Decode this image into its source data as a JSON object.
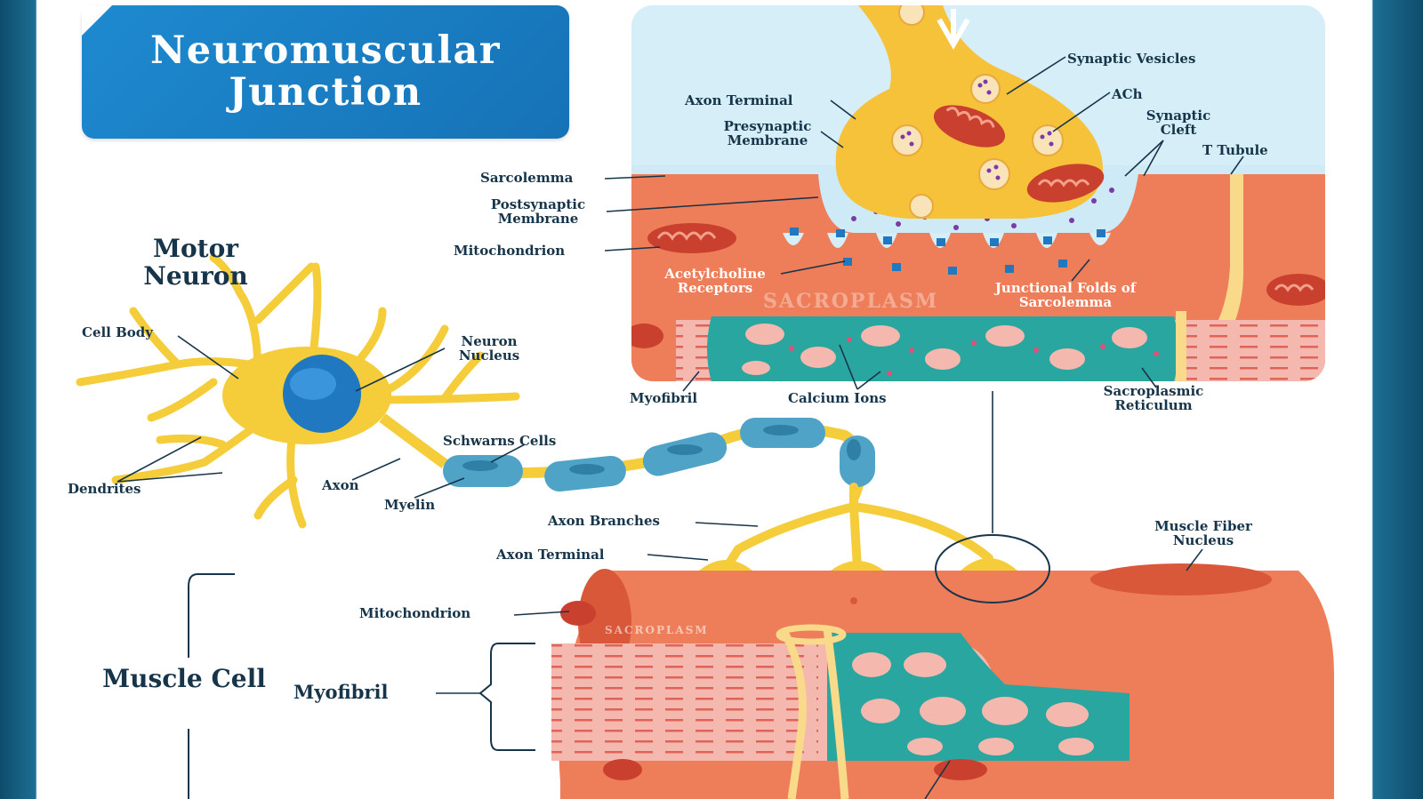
{
  "title": "Neuromuscular Junction",
  "sections": {
    "motor_neuron": "Motor Neuron",
    "muscle_cell": "Muscle Cell"
  },
  "labels": {
    "synaptic_vesicles": "Synaptic Vesicles",
    "ach": "ACh",
    "axon_terminal_top": "Axon Terminal",
    "presynaptic_membrane": "Presynaptic Membrane",
    "synaptic_cleft": "Synaptic Cleft",
    "t_tubule": "T Tubule",
    "sarcolemma": "Sarcolemma",
    "postsynaptic_membrane": "Postsynaptic Membrane",
    "mitochondrion_top": "Mitochondrion",
    "acetylcholine_receptors": "Acetylcholine Receptors",
    "junctional_folds": "Junctional Folds of Sarcolemma",
    "sacroplasm_top": "SACROPLASM",
    "myofibril_top": "Myofibril",
    "calcium_ions": "Calcium Ions",
    "sacroplasmic_reticulum": "Sacroplasmic Reticulum",
    "cell_body": "Cell Body",
    "neuron_nucleus": "Neuron Nucleus",
    "dendrites": "Dendrites",
    "axon": "Axon",
    "myelin": "Myelin",
    "schwarns_cells": "Schwarns Cells",
    "axon_branches": "Axon Branches",
    "axon_terminal_bottom": "Axon Terminal",
    "muscle_fiber_nucleus": "Muscle Fiber Nucleus",
    "mitochondrion_bottom": "Mitochondrion",
    "myofibril_bottom": "Myofibril",
    "sacroplasm_bottom": "SACROPLASM"
  },
  "colors": {
    "title_bg": "#1a7fc4",
    "neuron": "#f5cc3a",
    "nucleus": "#1f78c0",
    "myelin": "#4fa3c7",
    "muscle": "#ee7e5a",
    "muscle_dark": "#d9583a",
    "reticulum": "#2aa6a0",
    "cleft_bg": "#cdeaf6",
    "text": "#17354a"
  }
}
